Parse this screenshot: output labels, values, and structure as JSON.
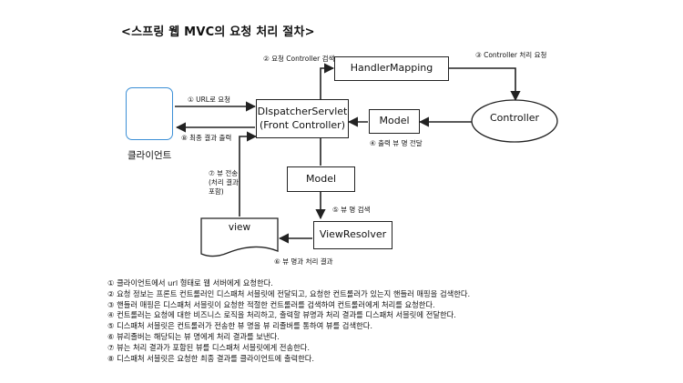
{
  "title": "<스프링 웹 MVC의 요청 처리 절차>",
  "nodes": {
    "client": "클라이언트",
    "dispatcher": [
      "DIspatcherServlet",
      "(Front Controller)"
    ],
    "handler_mapping": "HandlerMapping",
    "controller": "Controller",
    "model_right": "Model",
    "model_bottom": "Model",
    "view_resolver": "ViewResolver",
    "view": "view"
  },
  "edge_labels": {
    "e1": "① URL로 요청",
    "e2": "② 요청 Controller 검색",
    "e3": "③ Controller 처리 요청",
    "e4": "④ 출력 뷰 명 전달",
    "e5": "⑤ 뷰 명 검색",
    "e6": "⑥ 뷰 명과 처리 결과",
    "e7": [
      "⑦ 뷰 전송",
      "(처리 결과",
      "포함)"
    ],
    "e8": "⑧ 최종 결과 출력"
  },
  "steps": [
    "① 클라이언트에서 url 형태로 웹 서버에게 요청한다.",
    "② 요청 정보는 프론트 컨트롤러인 디스패처 서블릿에 전달되고, 요청한 컨트롤러가 있는지 핸들러 매핑을 검색한다.",
    "③ 핸들러 매핑은 디스패처 서블릿이 요청한 적절한 컨트롤러를 검색하여 컨트롤러에게 처리를 요청한다.",
    "④ 컨트롤러는 요청에 대한 비즈니스 로직을 처리하고, 출력할 뷰명과 처리 결과를 디스패처 서블릿에 전달한다.",
    "⑤ 디스패처 서블릿은 컨트롤러가 전송한 뷰 명을 뷰 리졸버를 통하여 뷰를 검색한다.",
    "⑥ 뷰리졸버는 해당되는 뷰 명에게 처리 결과를 보낸다.",
    "⑦ 뷰는 처리 결과가 포함된 뷰를 디스패처 서블릿에게 전송한다.",
    "⑧ 디스패처 서블릿은 요청한 최종 결과를 클라이언트에 출력한다."
  ],
  "colors": {
    "client_border": "#3b8fd6",
    "line": "#222222"
  }
}
